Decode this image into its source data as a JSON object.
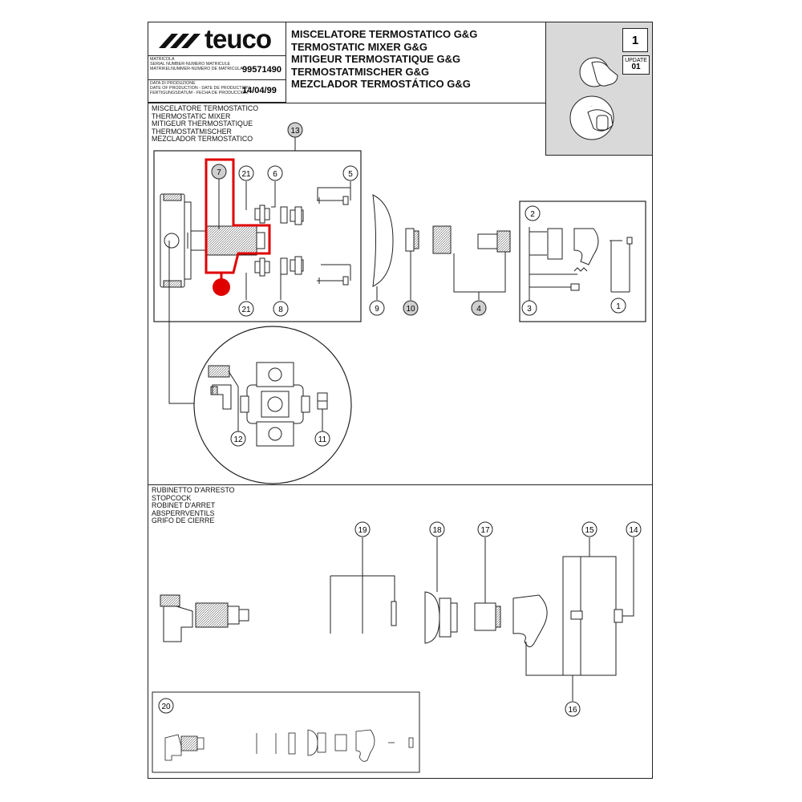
{
  "brand": {
    "name": "teuco"
  },
  "header": {
    "serial_labels": [
      "MATRICOLA",
      "SERIAL NUMBER-NUMERO MATRICULE",
      "MATRIKELNUMMER-NUMERO DE MATRICULA"
    ],
    "serial_number": "99571490",
    "date_labels": [
      "DATA DI PRODUZIONE",
      "DATE OF PRODUCTION - DATE DE PRODUCTION",
      "FERTIGUNGSDATUM - FECHA DE PRODUCCION"
    ],
    "production_date": "14/04/99",
    "titles": [
      "MISCELATORE TERMOSTATICO G&G",
      "TERMOSTATIC MIXER G&G",
      "MITIGEUR TERMOSTATIQUE G&G",
      "TERMOSTATMISCHER G&G",
      "MEZCLADOR TERMOSTÁTICO G&G"
    ],
    "page_number": "1",
    "update_label": "UPDATE",
    "update_number": "01"
  },
  "sections": {
    "mixer": [
      "MISCELATORE TERMOSTATICO",
      "THERMOSTATIC MIXER",
      "MITIGEUR THERMOSTATIQUE",
      "THERMOSTATMISCHER",
      "MEZCLADOR TERMOSTATICO"
    ],
    "stopcock": [
      "RUBINETTO D'ARRESTO",
      "STOPCOCK",
      "ROBINET D'ARRET",
      "ABSPERRVENTILS",
      "GRIFO DE CIERRE"
    ]
  },
  "callouts": {
    "c1": "1",
    "c2": "2",
    "c3": "3",
    "c4": "4",
    "c5": "5",
    "c6": "6",
    "c7": "7",
    "c8": "8",
    "c9": "9",
    "c10": "10",
    "c11": "11",
    "c12": "12",
    "c13": "13",
    "c14": "14",
    "c15": "15",
    "c16": "16",
    "c17": "17",
    "c18": "18",
    "c19": "19",
    "c20": "20",
    "c21a": "21",
    "c21b": "21"
  },
  "colors": {
    "highlight": "#e00000",
    "grey_fill": "#d9d9d9",
    "callout_shaded": "#cfcfcf"
  }
}
